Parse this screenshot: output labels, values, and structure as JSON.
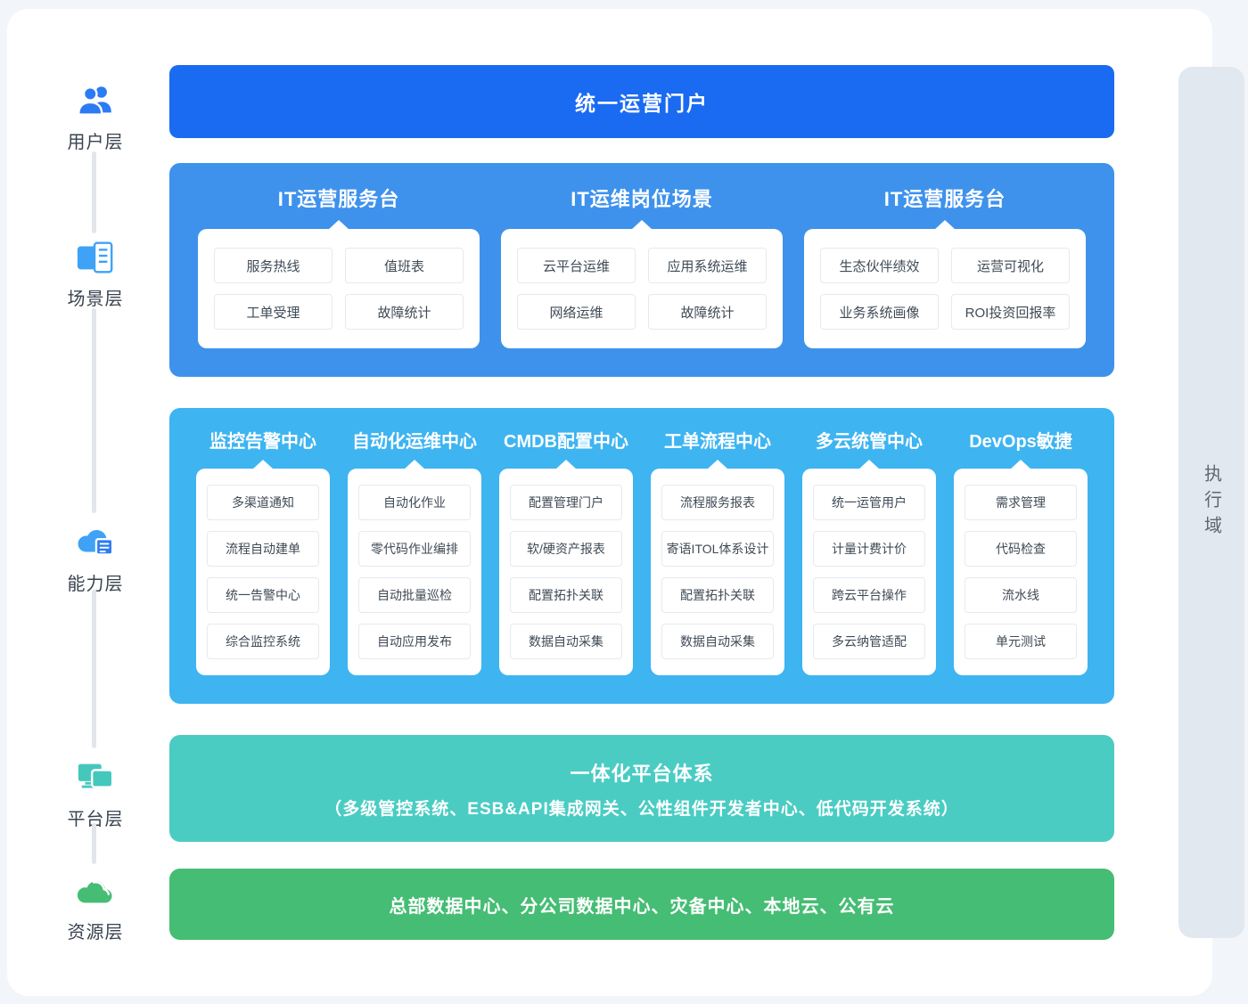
{
  "left_rail": {
    "layers": [
      {
        "label": "用户层",
        "icon": "users-icon"
      },
      {
        "label": "场景层",
        "icon": "scenario-card-icon"
      },
      {
        "label": "能力层",
        "icon": "cloud-server-icon"
      },
      {
        "label": "平台层",
        "icon": "devices-icon"
      },
      {
        "label": "资源层",
        "icon": "cloud-icon"
      }
    ]
  },
  "portal": {
    "label": "统一运营门户"
  },
  "scenario_section": {
    "groups": [
      {
        "title": "IT运营服务台",
        "items": [
          "服务热线",
          "值班表",
          "工单受理",
          "故障统计"
        ]
      },
      {
        "title": "IT运维岗位场景",
        "items": [
          "云平台运维",
          "应用系统运维",
          "网络运维",
          "故障统计"
        ]
      },
      {
        "title": "IT运营服务台",
        "items": [
          "生态伙伴绩效",
          "运营可视化",
          "业务系统画像",
          "ROI投资回报率"
        ]
      }
    ]
  },
  "capability_section": {
    "columns": [
      {
        "title": "监控告警中心",
        "items": [
          "多渠道通知",
          "流程自动建单",
          "统一告警中心",
          "综合监控系统"
        ]
      },
      {
        "title": "自动化运维中心",
        "items": [
          "自动化作业",
          "零代码作业编排",
          "自动批量巡检",
          "自动应用发布"
        ]
      },
      {
        "title": "CMDB配置中心",
        "items": [
          "配置管理门户",
          "软/硬资产报表",
          "配置拓扑关联",
          "数据自动采集"
        ]
      },
      {
        "title": "工单流程中心",
        "items": [
          "流程服务报表",
          "寄语ITOL体系设计",
          "配置拓扑关联",
          "数据自动采集"
        ]
      },
      {
        "title": "多云统管中心",
        "items": [
          "统一运管用户",
          "计量计费计价",
          "跨云平台操作",
          "多云纳管适配"
        ]
      },
      {
        "title": "DevOps敏捷",
        "items": [
          "需求管理",
          "代码检查",
          "流水线",
          "单元测试"
        ]
      }
    ]
  },
  "platform_section": {
    "title": "一体化平台体系",
    "subtitle": "（多级管控系统、ESB&API集成网关、公性组件开发者中心、低代码开发系统）"
  },
  "resource_section": {
    "label": "总部数据中心、分公司数据中心、灾备中心、本地云、公有云"
  },
  "execution_domain": {
    "label": "执行域"
  },
  "colors": {
    "portal_blue": "#1a6bf2",
    "scenario_blue": "#3e92ec",
    "capability_blue": "#3eb4f1",
    "platform_teal": "#4accc3",
    "resource_green": "#45bd74",
    "execution_gray": "#e2e8ef",
    "icon_blue": "#2b7bf3",
    "icon_sky": "#3fa2f6",
    "icon_teal": "#45c8bc",
    "icon_green": "#45bd74"
  }
}
